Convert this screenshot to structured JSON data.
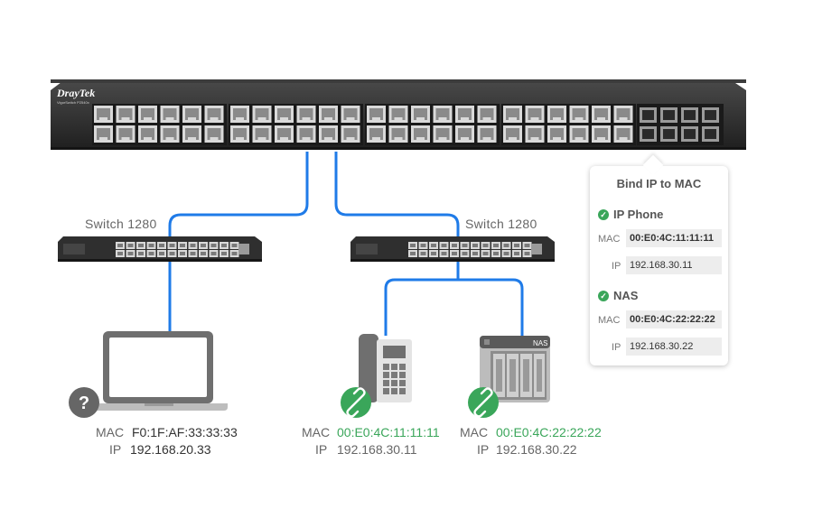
{
  "main_switch": {
    "brand": "DrayTek",
    "model": "VigorSwitch P2540x"
  },
  "switches": [
    {
      "label": "Switch 1280"
    },
    {
      "label": "Switch 1280"
    }
  ],
  "bind_panel": {
    "title": "Bind IP to MAC",
    "entries": [
      {
        "name": "IP Phone",
        "mac_key": "MAC",
        "mac": "00:E0:4C:11:11:11",
        "ip_key": "IP",
        "ip": "192.168.30.11"
      },
      {
        "name": "NAS",
        "mac_key": "MAC",
        "mac": "00:E0:4C:22:22:22",
        "ip_key": "IP",
        "ip": "192.168.30.22"
      }
    ]
  },
  "devices": {
    "laptop": {
      "mac_key": "MAC",
      "mac": "F0:1F:AF:33:33:33",
      "ip_key": "IP",
      "ip": "192.168.20.33",
      "badge": "?"
    },
    "phone": {
      "mac_key": "MAC",
      "mac": "00:E0:4C:11:11:11",
      "ip_key": "IP",
      "ip": "192.168.30.11"
    },
    "nas": {
      "label": "NAS",
      "mac_key": "MAC",
      "mac": "00:E0:4C:22:22:22",
      "ip_key": "IP",
      "ip": "192.168.30.22"
    }
  },
  "colors": {
    "link": "#1f7be8",
    "bound": "#3aa65a",
    "unknown": "#666666",
    "switch_body": "#2f2f2f"
  }
}
